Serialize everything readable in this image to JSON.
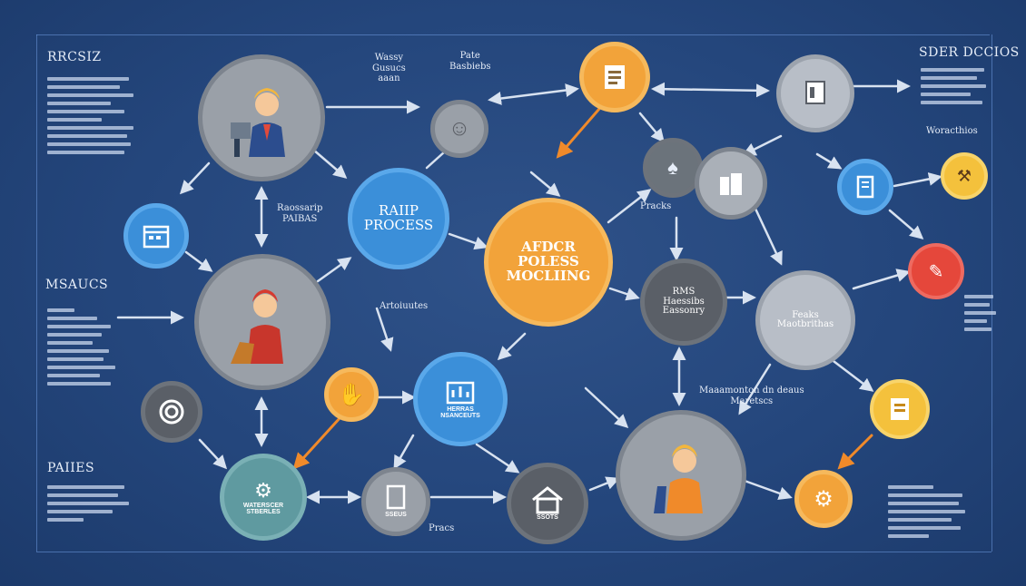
{
  "colors": {
    "background": "#24467c",
    "node_gray": "#9aa0a8",
    "node_dark_gray": "#5a5f67",
    "node_blue": "#3b8fd9",
    "node_orange": "#f2a33a",
    "node_yellow": "#f4c13c",
    "node_red": "#e5473b",
    "connector": "#d8e2f0",
    "connector_orange": "#f08a2a"
  },
  "left_panel": {
    "title": "RRCSIZ",
    "mid_title": "MSAUCS",
    "bottom_title": "PAIIES"
  },
  "right_panel": {
    "title": "SDER DCCIOS",
    "sub_title": "Woracthios"
  },
  "labels": {
    "top_left_note": "Wassy\nGusucs\naaan",
    "top_mid_note": "Pate\nBasbiebs",
    "process_note": "Raossarip\nPAIBAS",
    "center_left_note": "Artoiuutes",
    "right_mid_note": "Pracks",
    "center_right_note": "Maaamonton dn deaus\nMaretscs",
    "bottom_note": "Pracs"
  },
  "nodes": {
    "rapid_process": "RAIIP\nPROCESS",
    "main_center": "AFDCR\nPOLESS\nMOCLIING",
    "dark_center": "RMS\nHaessibs\nEassonry",
    "right_gray": "Feaks\nMaotbrithas",
    "blue_lower": "HERRAS\nNSANCEUTS",
    "bottom_left": "WATERSCER\nSTBERLES",
    "bottom_mid_house": "SSOTS",
    "bottom_mid_square": "SSEUS"
  },
  "icons": {
    "person_top_left": "businessman-icon",
    "person_mid_left": "worker-icon",
    "person_bottom_right": "manager-icon",
    "calendar": "calendar-icon",
    "fingerprint": "fingerprint-icon",
    "tablet": "tablet-icon",
    "building": "building-icon",
    "phone": "phone-icon",
    "chart": "chart-icon",
    "gear": "gear-icon",
    "document": "document-icon",
    "house": "house-icon"
  }
}
